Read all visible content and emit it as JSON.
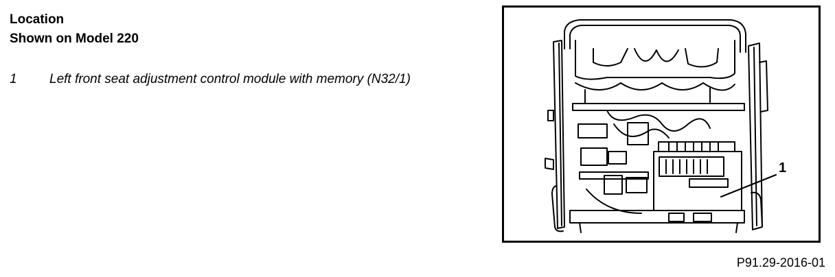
{
  "section": {
    "title": "Location",
    "subtitle": "Shown on Model 220"
  },
  "legend": {
    "items": [
      {
        "number": "1",
        "text": "Left front seat adjustment control module with memory (N32/1)"
      }
    ]
  },
  "figure": {
    "callout": "1",
    "id": "P91.29-2016-01"
  }
}
